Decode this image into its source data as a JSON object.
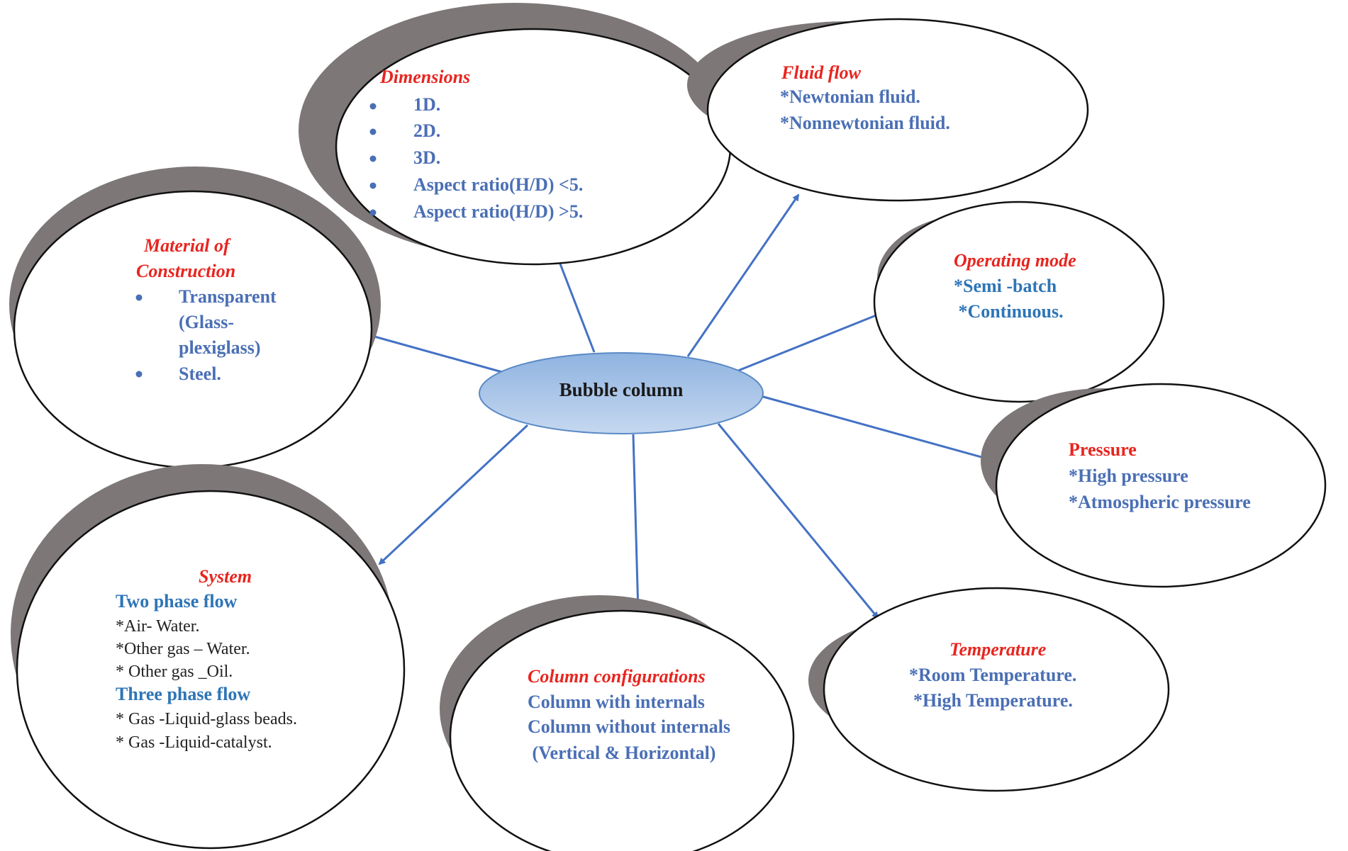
{
  "center": {
    "label": "Bubble column"
  },
  "dimensions": {
    "title": "Dimensions",
    "items": [
      "1D.",
      "2D.",
      "3D.",
      "Aspect ratio(H/D) <5.",
      "Aspect ratio(H/D) >5."
    ]
  },
  "fluid_flow": {
    "title": "Fluid  flow",
    "items": [
      "*Newtonian fluid.",
      "*Nonnewtonian fluid."
    ]
  },
  "material": {
    "title_line1": "Material  of",
    "title_line2": "Construction",
    "item1_line1": "Transparent",
    "item1_line2": "(Glass-",
    "item1_line3": "plexiglass)",
    "item2": "Steel."
  },
  "operating_mode": {
    "title": "Operating  mode",
    "items": [
      "*Semi -batch",
      " *Continuous."
    ]
  },
  "pressure": {
    "title": "Pressure",
    "items": [
      "*High pressure",
      "*Atmospheric pressure"
    ]
  },
  "system": {
    "title": "System",
    "two_phase_heading": "Two phase flow",
    "two_phase_items": [
      "*Air- Water.",
      "*Other gas – Water.",
      "* Other gas _Oil."
    ],
    "three_phase_heading": "Three phase flow",
    "three_phase_items": [
      "* Gas -Liquid-glass beads.",
      "* Gas -Liquid-catalyst."
    ]
  },
  "column_config": {
    "title": "Column  configurations",
    "items": [
      "Column with internals",
      "Column without internals",
      " (Vertical & Horizontal)"
    ]
  },
  "temperature": {
    "title": "Temperature",
    "items": [
      "*Room Temperature.",
      "*High Temperature."
    ]
  },
  "colors": {
    "title_red": "#e8251f",
    "item_blue": "#4a6fb5",
    "heading_blue": "#2e75b6",
    "arrow_blue": "#4472c4",
    "shadow_gray": "#7d7778",
    "center_fill_top": "#8fb3e0",
    "center_fill_bottom": "#c5d8f0"
  }
}
